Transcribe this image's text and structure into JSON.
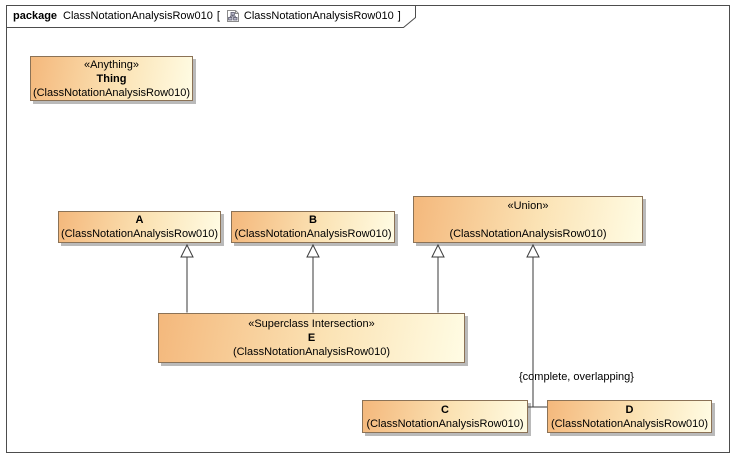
{
  "frame": {
    "kind_label": "package",
    "package_name": "ClassNotationAnalysisRow010",
    "open_bracket": "[",
    "diagram_name": "ClassNotationAnalysisRow010",
    "close_bracket": "]",
    "icon": "class-diagram-icon"
  },
  "classes": {
    "thing": {
      "stereotype": "«Anything»",
      "name": "Thing",
      "qualifier": "(ClassNotationAnalysisRow010)"
    },
    "a": {
      "name": "A",
      "qualifier": "(ClassNotationAnalysisRow010)"
    },
    "b": {
      "name": "B",
      "qualifier": "(ClassNotationAnalysisRow010)"
    },
    "union": {
      "stereotype": "«Union»",
      "name": "",
      "qualifier": "(ClassNotationAnalysisRow010)"
    },
    "e": {
      "stereotype": "«Superclass Intersection»",
      "name": "E",
      "qualifier": "(ClassNotationAnalysisRow010)"
    },
    "c": {
      "name": "C",
      "qualifier": "(ClassNotationAnalysisRow010)"
    },
    "d": {
      "name": "D",
      "qualifier": "(ClassNotationAnalysisRow010)"
    }
  },
  "relations": {
    "constraint_label": "{complete, overlapping}",
    "generalizations": [
      {
        "from": "E",
        "to": "A"
      },
      {
        "from": "E",
        "to": "B"
      },
      {
        "from": "E",
        "to": "Union"
      },
      {
        "from": "C",
        "to": "Union"
      },
      {
        "from": "D",
        "to": "Union"
      }
    ]
  },
  "colors": {
    "node_fill_start": "#f4b87c",
    "node_fill_end": "#fffce4",
    "node_border": "#8b7256",
    "node_shadow": "#828282",
    "frame_border": "#4d4d4d",
    "connector_line": "#3a3a3a",
    "text": "#000000"
  }
}
